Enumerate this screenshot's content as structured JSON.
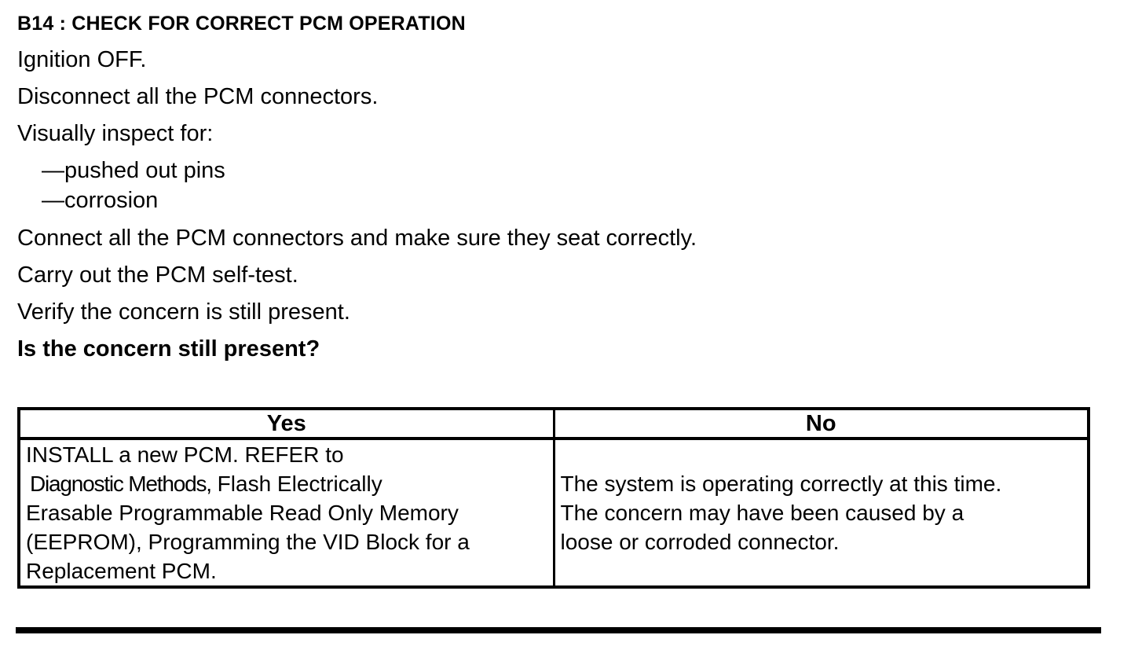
{
  "document": {
    "title": "B14 : CHECK FOR CORRECT PCM OPERATION",
    "steps": [
      "Ignition OFF.",
      "Disconnect all the PCM connectors.",
      "Visually inspect for:"
    ],
    "inspect_items": [
      "—pushed out pins",
      "—corrosion"
    ],
    "steps_after": [
      "Connect all the PCM connectors and make sure they seat correctly.",
      "Carry out the PCM self-test.",
      "Verify the concern is still present."
    ],
    "question": "Is the concern still present?"
  },
  "results_table": {
    "headers": [
      "Yes",
      "No"
    ],
    "yes_cell": {
      "line1": "INSTALL a new PCM. REFER to",
      "line2_link": "Diagnostic Methods,",
      "line2_rest": "Flash Electrically",
      "line3": "Erasable Programmable Read Only Memory",
      "line4": "(EEPROM), Programming the VID Block for a",
      "line5": "Replacement PCM."
    },
    "no_cell": {
      "line1": "The system is operating correctly at this time.",
      "line2": "The concern may have been caused by a",
      "line3": "loose or corroded connector."
    }
  },
  "colors": {
    "text": "#000000",
    "background": "#ffffff",
    "border": "#000000"
  }
}
